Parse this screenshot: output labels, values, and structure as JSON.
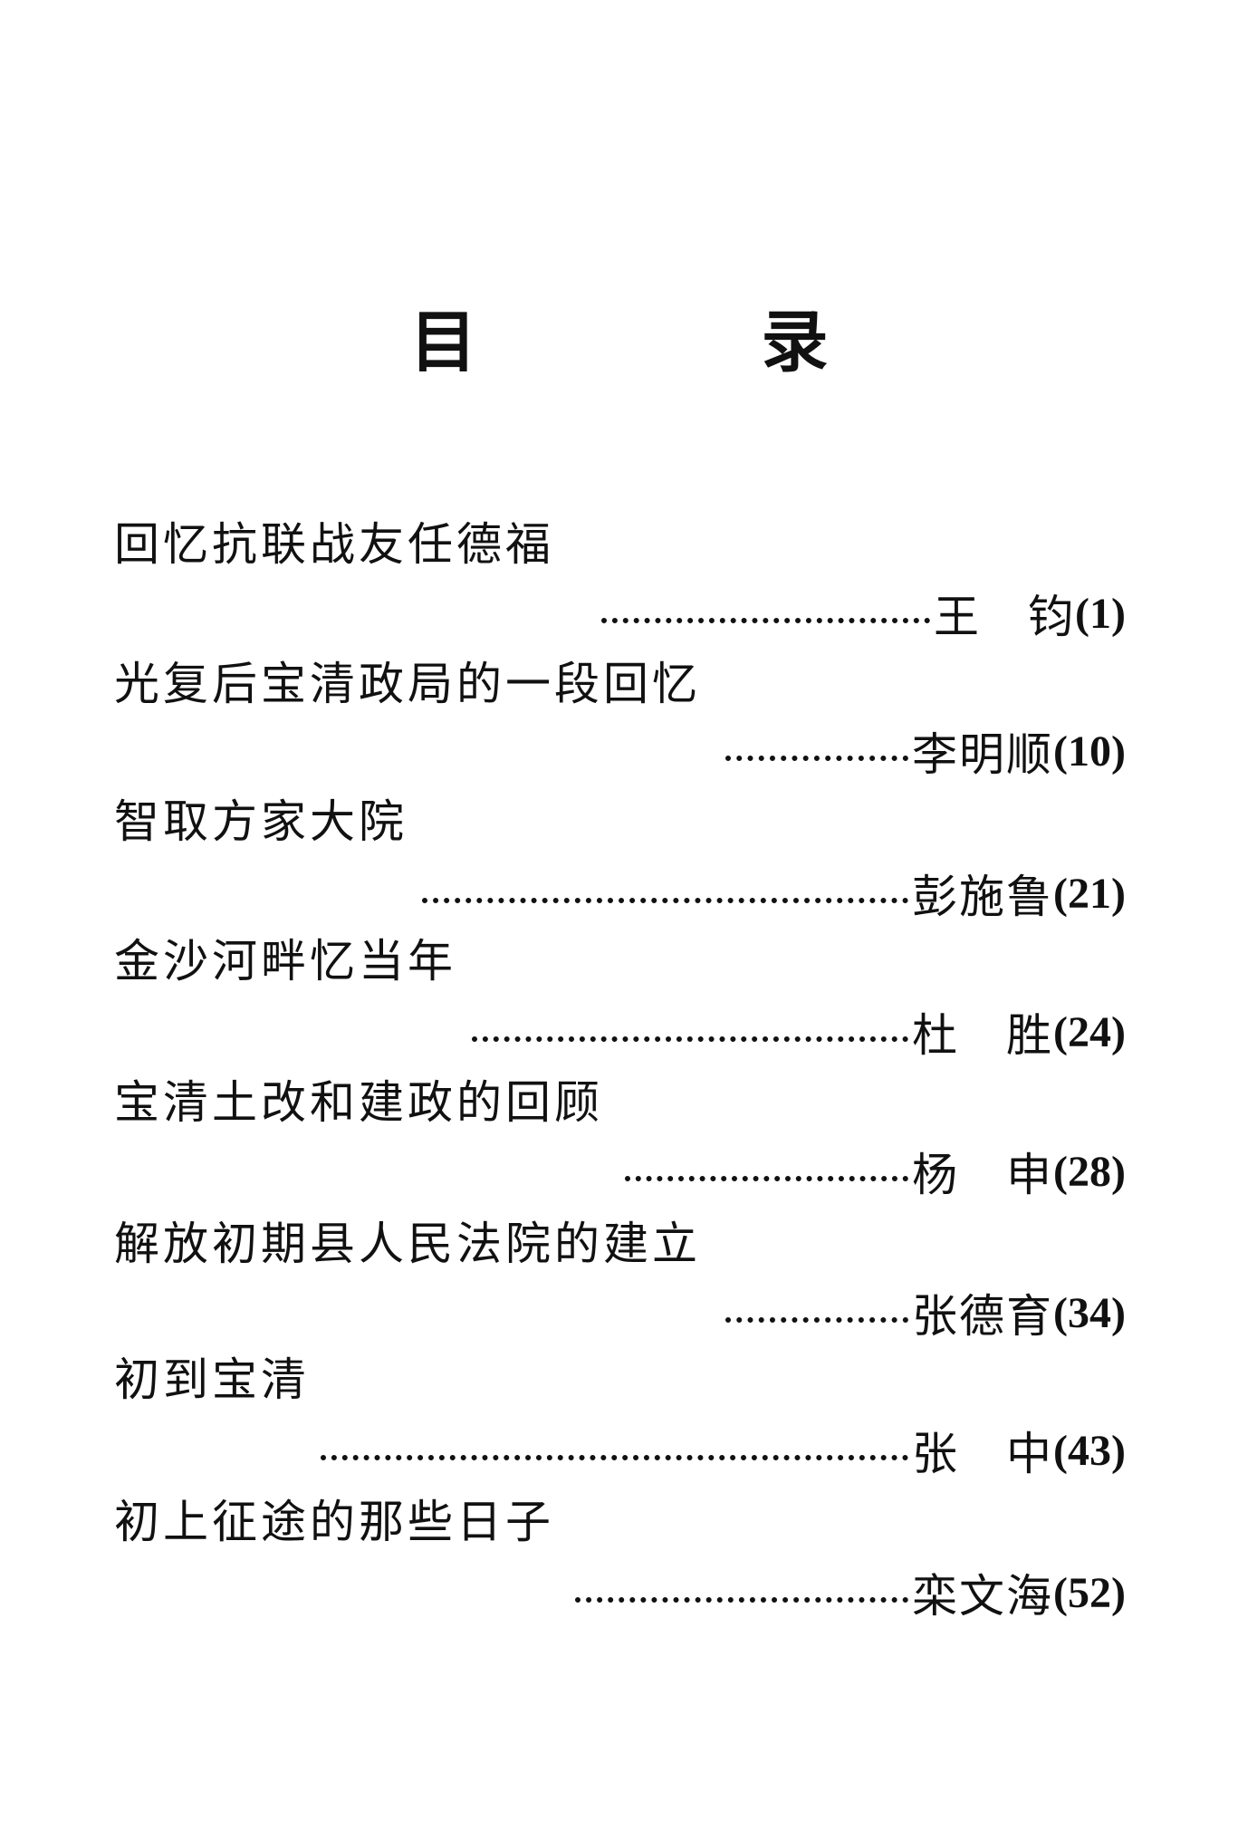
{
  "heading": "目　录",
  "entries": [
    {
      "title": "回忆抗联战友任德福",
      "author": "王　钧",
      "page": "(1)"
    },
    {
      "title": "光复后宝清政局的一段回忆",
      "author": "李明顺",
      "page": "(10)"
    },
    {
      "title": "智取方家大院",
      "author": "彭施鲁",
      "page": "(21)"
    },
    {
      "title": "金沙河畔忆当年",
      "author": "杜　胜",
      "page": "(24)"
    },
    {
      "title": "宝清土改和建政的回顾",
      "author": "杨　申",
      "page": "(28)"
    },
    {
      "title": "解放初期县人民法院的建立",
      "author": "张德育",
      "page": "(34)"
    },
    {
      "title": "初到宝清",
      "author": "张　中",
      "page": "(43)"
    },
    {
      "title": "初上征途的那些日子",
      "author": "栾文海",
      "page": "(52)"
    }
  ]
}
